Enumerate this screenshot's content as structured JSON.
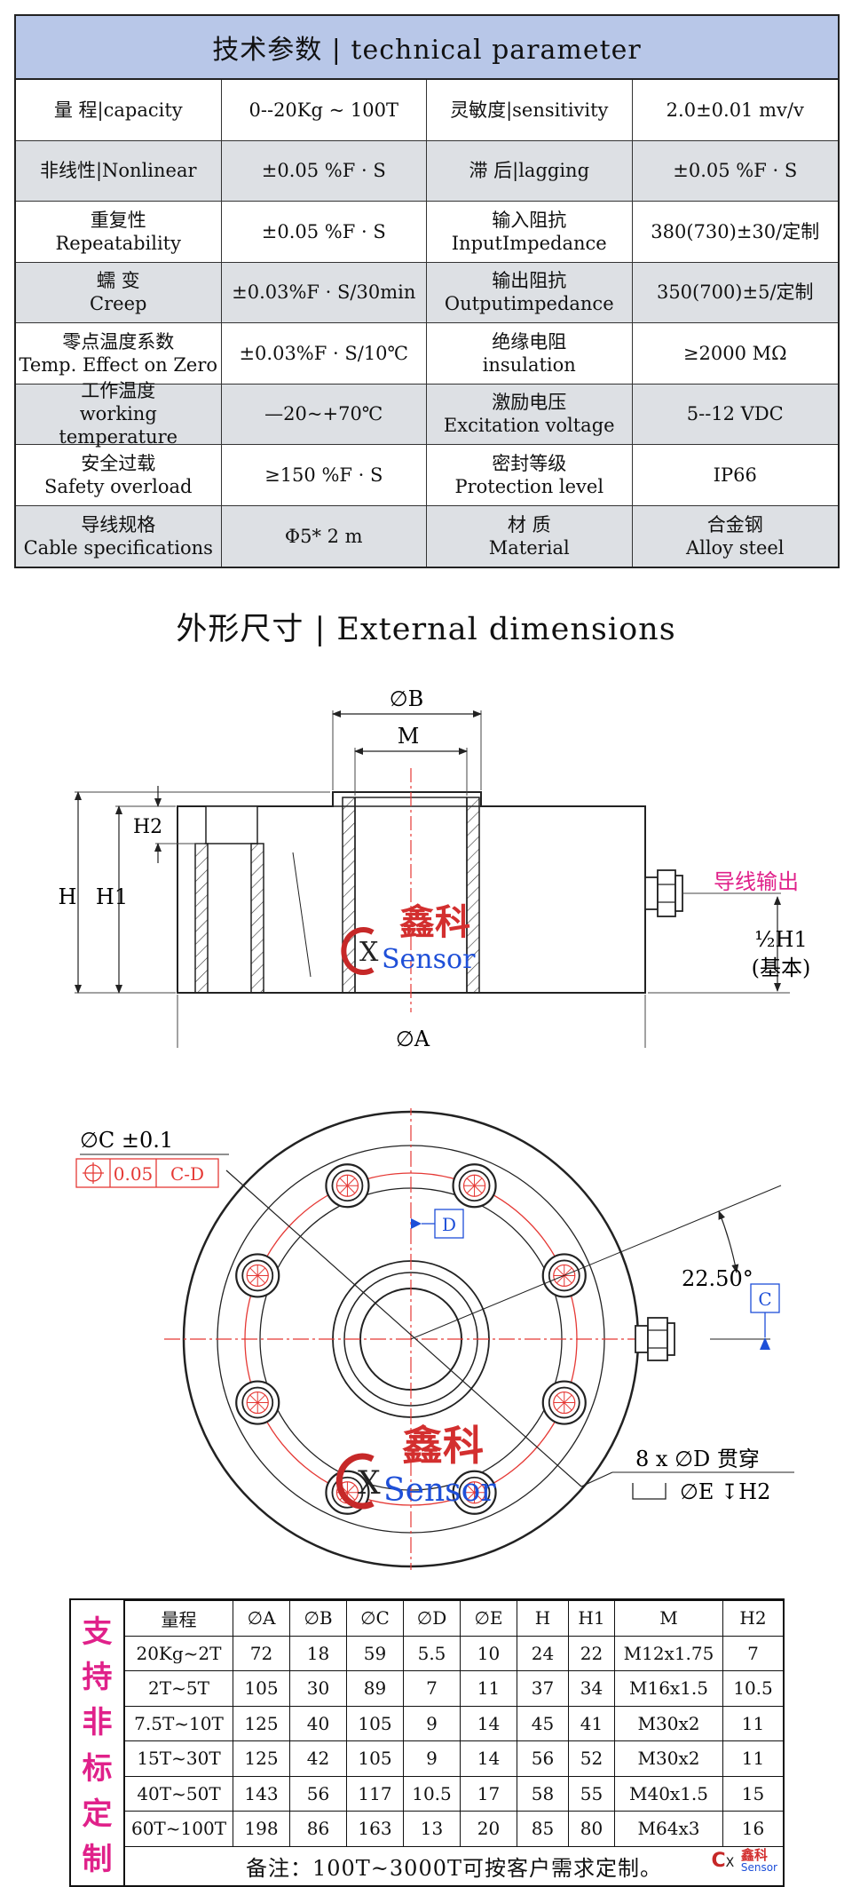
{
  "spec": {
    "title": "技术参数 | technical parameter",
    "rows": [
      [
        [
          "量  程|capacity"
        ],
        [
          "0--20Kg ~ 100T"
        ],
        [
          "灵敏度|sensitivity"
        ],
        [
          "2.0±0.01 mv/v"
        ]
      ],
      [
        [
          "非线性|Nonlinear"
        ],
        [
          "±0.05 %F · S"
        ],
        [
          "滞  后|lagging"
        ],
        [
          "±0.05 %F · S"
        ]
      ],
      [
        [
          "重复性",
          "Repeatability"
        ],
        [
          "±0.05 %F · S"
        ],
        [
          "输入阻抗",
          "InputImpedance"
        ],
        [
          "380(730)±30/定制"
        ]
      ],
      [
        [
          "蠕  变",
          "Creep"
        ],
        [
          "±0.03%F · S/30min"
        ],
        [
          "输出阻抗",
          "Outputimpedance"
        ],
        [
          "350(700)±5/定制"
        ]
      ],
      [
        [
          "零点温度系数",
          "Temp. Effect on Zero"
        ],
        [
          "±0.03%F · S/10℃"
        ],
        [
          "绝缘电阻",
          "insulation"
        ],
        [
          "≥2000 MΩ"
        ]
      ],
      [
        [
          "工作温度",
          "working temperature"
        ],
        [
          "—20~+70℃"
        ],
        [
          "激励电压",
          "Excitation voltage"
        ],
        [
          "5--12 VDC"
        ]
      ],
      [
        [
          "安全过载",
          "Safety overload"
        ],
        [
          "≥150 %F · S"
        ],
        [
          "密封等级",
          "Protection level"
        ],
        [
          "IP66"
        ]
      ],
      [
        [
          "导线规格",
          "Cable specifications"
        ],
        [
          "Φ5* 2 m"
        ],
        [
          "材  质",
          "Material"
        ],
        [
          "合金钢",
          "Alloy steel"
        ]
      ]
    ]
  },
  "dimensions_title": "外形尺寸 | External dimensions",
  "side_view": {
    "dim_b": "∅B",
    "dim_m": "M",
    "dim_h": "H",
    "dim_h1": "H1",
    "dim_h2": "H2",
    "dim_a": "∅A",
    "cable_label": "导线输出",
    "half_h1": "½H1",
    "basic": "(基本)"
  },
  "top_view": {
    "dim_c": "∅C ±0.1",
    "tol_value": "0.05",
    "tol_datum": "C-D",
    "datum_d": "D",
    "datum_c": "C",
    "angle": "22.50°",
    "holes": "8 x ∅D 贯穿",
    "counterbore": "∅E ↧H2"
  },
  "logo": {
    "brand_cn": "鑫科",
    "brand_en": "Sensor"
  },
  "size_table": {
    "vertical_label": [
      "支",
      "持",
      "非",
      "标",
      "定",
      "制"
    ],
    "headers": [
      "量程",
      "∅A",
      "∅B",
      "∅C",
      "∅D",
      "∅E",
      "H",
      "H1",
      "M",
      "H2"
    ],
    "rows": [
      [
        "20Kg~2T",
        "72",
        "18",
        "59",
        "5.5",
        "10",
        "24",
        "22",
        "M12x1.75",
        "7"
      ],
      [
        "2T~5T",
        "105",
        "30",
        "89",
        "7",
        "11",
        "37",
        "34",
        "M16x1.5",
        "10.5"
      ],
      [
        "7.5T~10T",
        "125",
        "40",
        "105",
        "9",
        "14",
        "45",
        "41",
        "M30x2",
        "11"
      ],
      [
        "15T~30T",
        "125",
        "42",
        "105",
        "9",
        "14",
        "56",
        "52",
        "M30x2",
        "11"
      ],
      [
        "40T~50T",
        "143",
        "56",
        "117",
        "10.5",
        "17",
        "58",
        "55",
        "M40x1.5",
        "15"
      ],
      [
        "60T~100T",
        "198",
        "86",
        "163",
        "13",
        "20",
        "85",
        "80",
        "M64x3",
        "16"
      ]
    ],
    "note": "备注：100T~3000T可按客户需求定制。"
  },
  "colors": {
    "header_bg": "#b8c7e8",
    "row_shade": "#dde0e4",
    "accent_red": "#e53935",
    "accent_pink": "#e0218a",
    "datum_blue": "#1e4fd8"
  }
}
